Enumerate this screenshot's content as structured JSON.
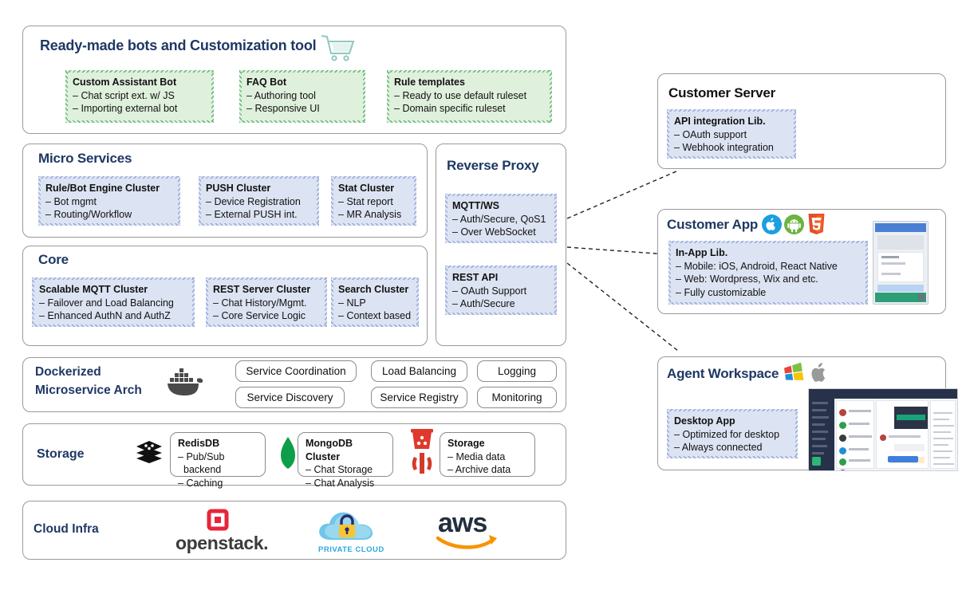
{
  "sections": {
    "readymade": {
      "title": "Ready-made bots and Customization tool",
      "icon": "shopping-cart-icon",
      "cards": [
        {
          "title": "Custom Assistant Bot",
          "items": [
            "Chat script ext. w/ JS",
            "Importing external bot"
          ]
        },
        {
          "title": "FAQ Bot",
          "items": [
            "Authoring tool",
            "Responsive UI"
          ]
        },
        {
          "title": "Rule templates",
          "items": [
            "Ready to use default ruleset",
            "Domain specific ruleset"
          ]
        }
      ]
    },
    "microservices": {
      "title": "Micro Services",
      "cards": [
        {
          "title": "Rule/Bot Engine Cluster",
          "items": [
            "Bot mgmt",
            "Routing/Workflow"
          ]
        },
        {
          "title": "PUSH Cluster",
          "items": [
            "Device Registration",
            "External PUSH int."
          ]
        },
        {
          "title": "Stat Cluster",
          "items": [
            "Stat report",
            "MR Analysis"
          ]
        }
      ]
    },
    "reverseproxy": {
      "title": "Reverse Proxy",
      "cards": [
        {
          "title": "MQTT/WS",
          "items": [
            "Auth/Secure, QoS1",
            "Over WebSocket"
          ]
        },
        {
          "title": "REST API",
          "items": [
            "OAuth Support",
            "Auth/Secure"
          ]
        }
      ]
    },
    "core": {
      "title": "Core",
      "cards": [
        {
          "title": "Scalable MQTT Cluster",
          "items": [
            "Failover and Load Balancing",
            "Enhanced AuthN and AuthZ"
          ]
        },
        {
          "title": "REST Server Cluster",
          "items": [
            "Chat History/Mgmt.",
            "Core Service Logic"
          ]
        },
        {
          "title": "Search Cluster",
          "items": [
            "NLP",
            "Context based"
          ]
        }
      ]
    },
    "docker": {
      "title_line1": "Dockerized",
      "title_line2": "Microservice Arch",
      "icon": "docker-whale-icon",
      "chips": [
        "Service Coordination",
        "Load Balancing",
        "Logging",
        "Service Discovery",
        "Service Registry",
        "Monitoring"
      ]
    },
    "storage": {
      "title": "Storage",
      "icons": [
        "redis-logo-icon",
        "mongodb-leaf-icon",
        "aws-s3-bucket-icon",
        "aws-glacier-icon"
      ],
      "cards": [
        {
          "title": "RedisDB",
          "items": [
            "Pub/Sub backend",
            "Caching"
          ]
        },
        {
          "title": "MongoDB Cluster",
          "items": [
            "Chat Storage",
            "Chat Analysis"
          ]
        },
        {
          "title": "Storage",
          "items": [
            "Media data",
            "Archive data"
          ]
        }
      ]
    },
    "cloud": {
      "title": "Cloud Infra",
      "logos": [
        {
          "name": "openstack-logo",
          "label": "openstack."
        },
        {
          "name": "private-cloud-logo",
          "label": "PRIVATE CLOUD"
        },
        {
          "name": "aws-logo",
          "label": "aws"
        }
      ]
    },
    "customer_server": {
      "title": "Customer Server",
      "cards": [
        {
          "title": "API integration Lib.",
          "items": [
            "OAuth support",
            "Webhook integration"
          ]
        }
      ]
    },
    "customer_app": {
      "title": "Customer App",
      "icons": [
        "apple-ios-icon",
        "android-icon",
        "html5-icon"
      ],
      "mockup": "mobile-chat-mockup",
      "cards": [
        {
          "title": "In-App Lib.",
          "items": [
            "Mobile: iOS, Android, React Native",
            "Web: Wordpress, Wix and etc.",
            "Fully customizable"
          ]
        }
      ]
    },
    "agent_workspace": {
      "title": "Agent Workspace",
      "icons": [
        "windows-logo-icon",
        "apple-logo-icon"
      ],
      "mockup": "desktop-chat-mockup",
      "cards": [
        {
          "title": "Desktop App",
          "items": [
            "Optimized for desktop",
            "Always connected"
          ]
        }
      ]
    }
  },
  "colors": {
    "title_navy": "#1F3864",
    "card_blue_fill": "#DCE3F2",
    "card_blue_edge": "#8FA4D8",
    "card_green_fill": "#DFF0DC",
    "card_green_edge": "#56B26B",
    "panel_border": "#9A9A9A"
  },
  "connectors": [
    {
      "name": "mqtt-to-customer-server",
      "from": "MQTT/WS",
      "to": "Customer Server"
    },
    {
      "name": "mqtt-to-customer-app",
      "from": "MQTT/WS",
      "to": "Customer App"
    },
    {
      "name": "rest-to-agent-workspace",
      "from": "REST API",
      "to": "Agent Workspace"
    }
  ]
}
